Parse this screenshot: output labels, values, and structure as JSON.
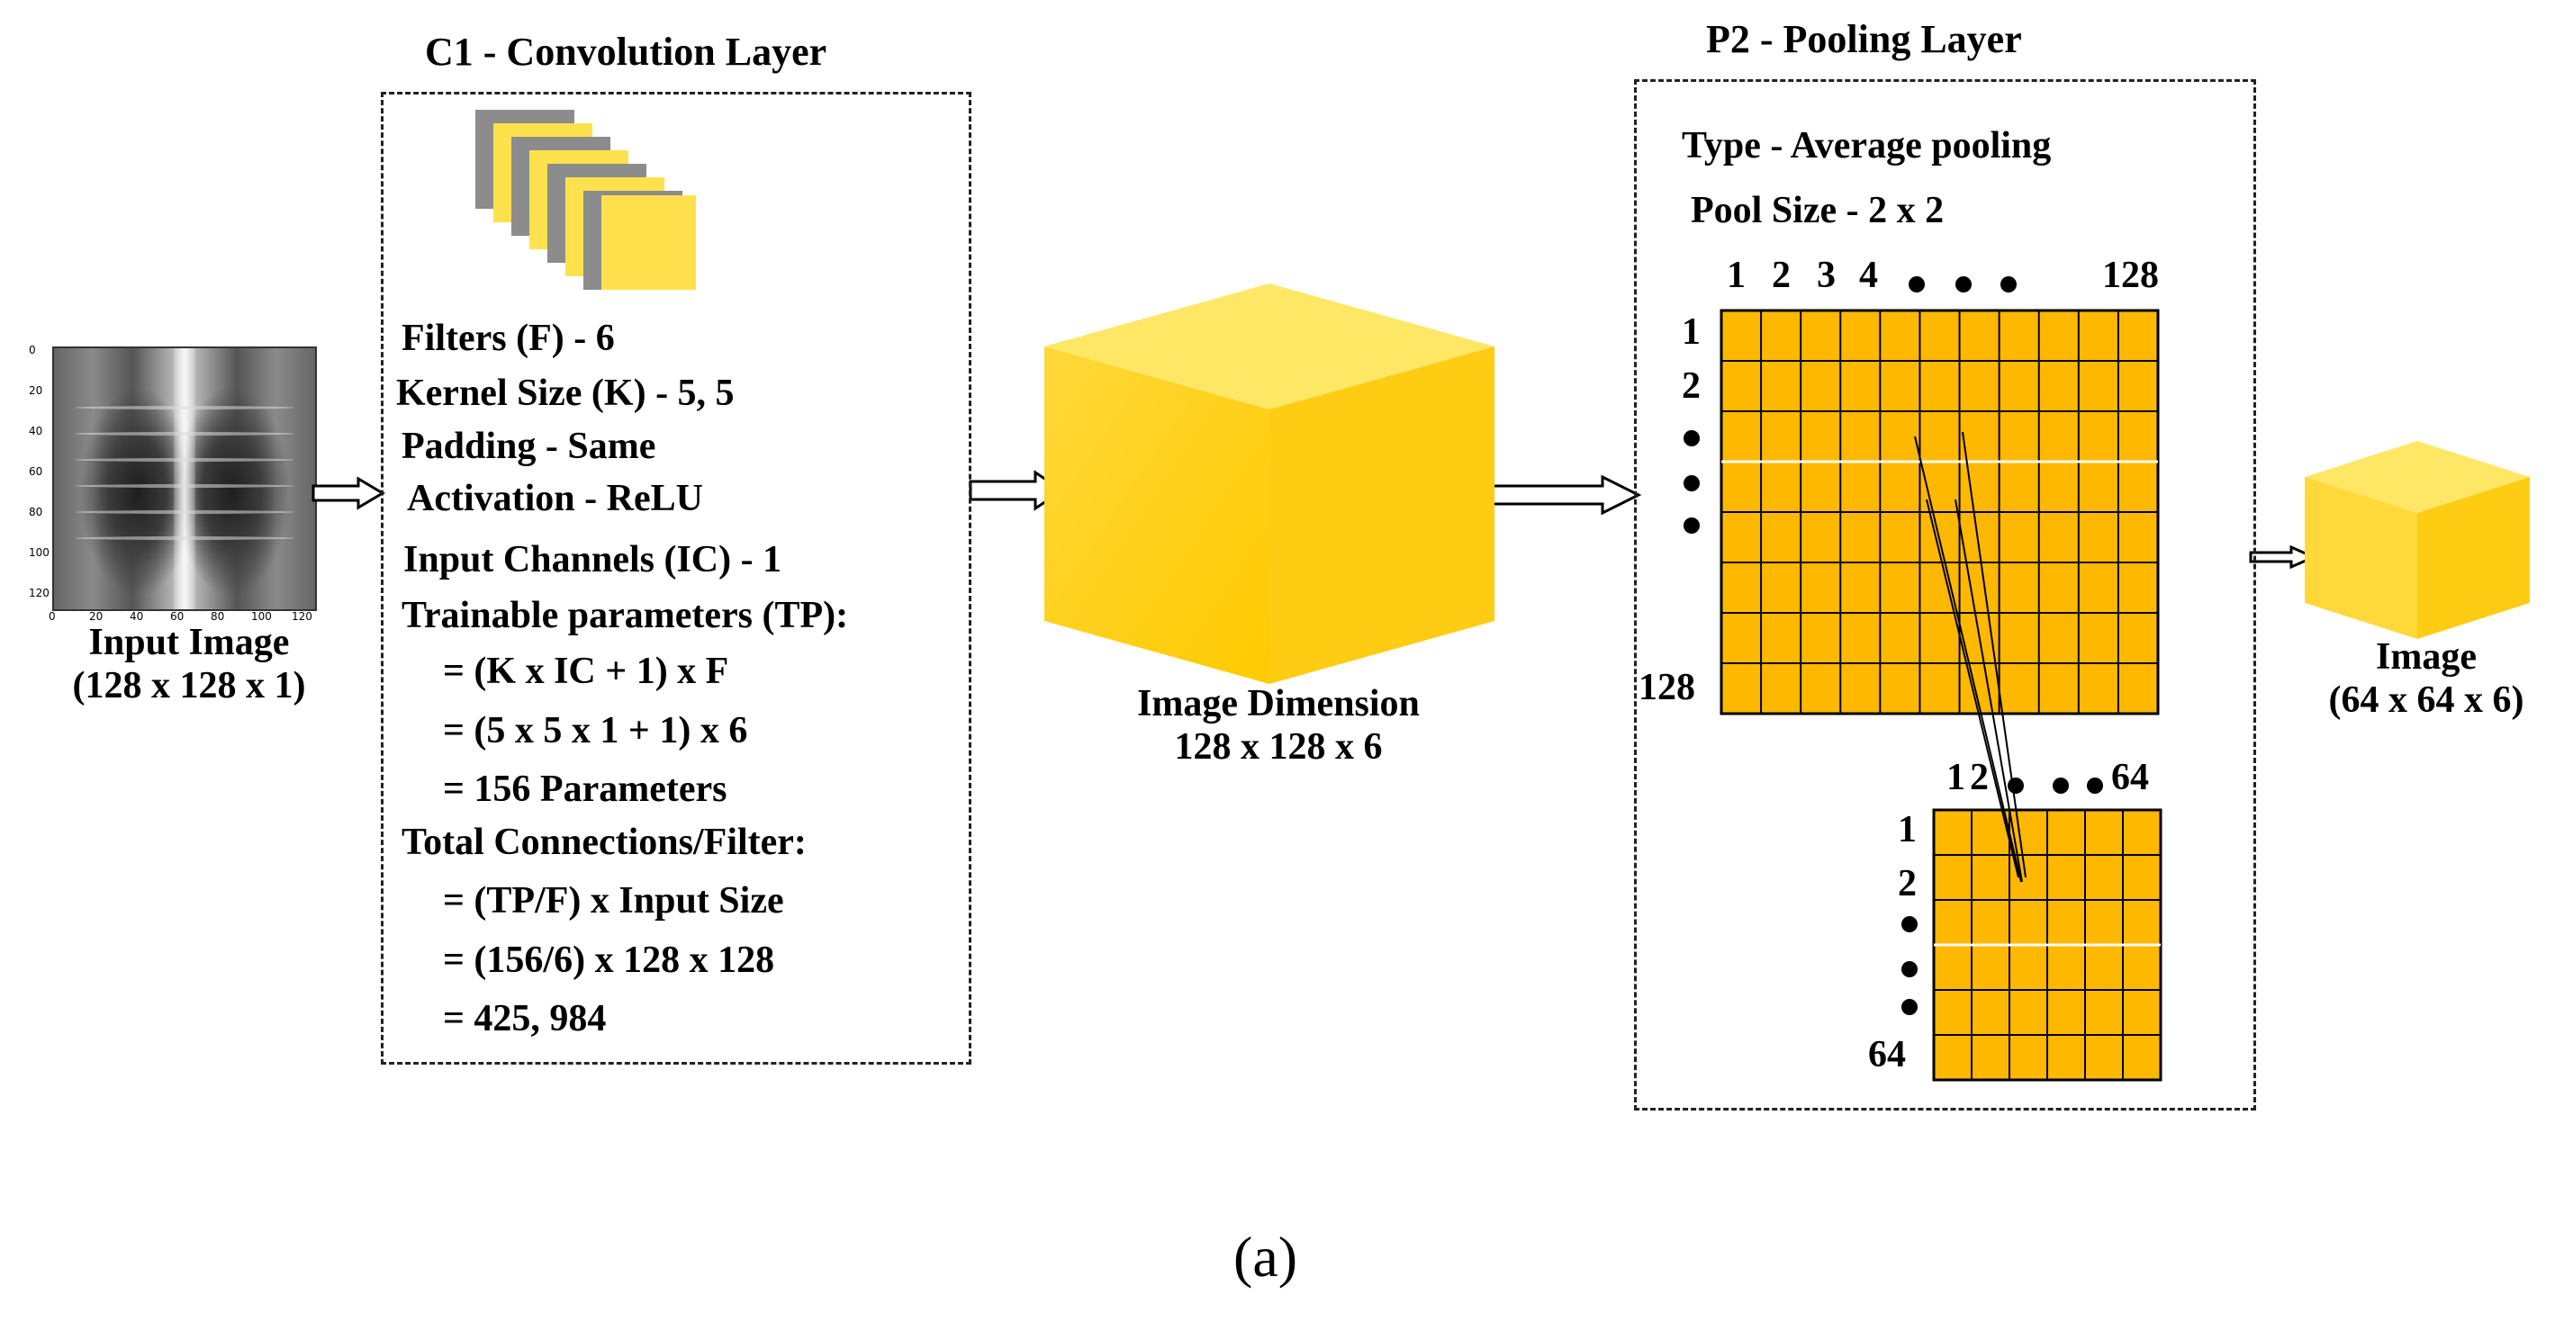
{
  "c1": {
    "title": "C1 - Convolution Layer",
    "filters": "Filters  (F) - 6",
    "kernel": "Kernel Size (K) -  5, 5",
    "padding": "Padding - Same",
    "activation": "Activation - ReLU",
    "input_channels": "Input Channels (IC) -  1",
    "tp_label": "Trainable parameters (TP):",
    "tp_formula": "= (K x IC + 1) x F",
    "tp_sub": "= (5 x 5 x 1 + 1) x 6",
    "tp_result": "= 156 Parameters",
    "conn_label": "Total Connections/Filter:",
    "conn_formula": "= (TP/F) x Input Size",
    "conn_sub": "= (156/6) x 128 x 128",
    "conn_result": "= 425, 984"
  },
  "input_image": {
    "label_line1": "Input Image",
    "label_line2": "(128 x 128 x 1)",
    "x_ticks": [
      "0",
      "20",
      "40",
      "60",
      "80",
      "100",
      "120"
    ],
    "y_ticks": [
      "0",
      "20",
      "40",
      "60",
      "80",
      "100",
      "120"
    ]
  },
  "mid_cube": {
    "label_line1": "Image Dimension",
    "label_line2": "128 x 128 x 6"
  },
  "p2": {
    "title": "P2 - Pooling Layer",
    "type": "Type - Average pooling",
    "pool_size": "Pool Size - 2 x 2",
    "big_grid": {
      "col_labels": [
        "1",
        "2",
        "3",
        "4"
      ],
      "col_end": "128",
      "row_labels": [
        "1",
        "2"
      ],
      "row_end": "128"
    },
    "small_grid": {
      "col_labels": [
        "1",
        "2"
      ],
      "col_end": "64",
      "row_labels": [
        "1",
        "2"
      ],
      "row_end": "64"
    }
  },
  "output": {
    "label_line1": "Image",
    "label_line2": "(64 x 64 x 6)"
  },
  "caption": "(a)",
  "colors": {
    "grid_fill": "#ffb800",
    "cube_front": "#ffd21a",
    "cube_top": "#ffe766",
    "cube_side": "#f2c200",
    "filter_yellow": "#ffe14d",
    "filter_gray": "#8c8c8c"
  }
}
